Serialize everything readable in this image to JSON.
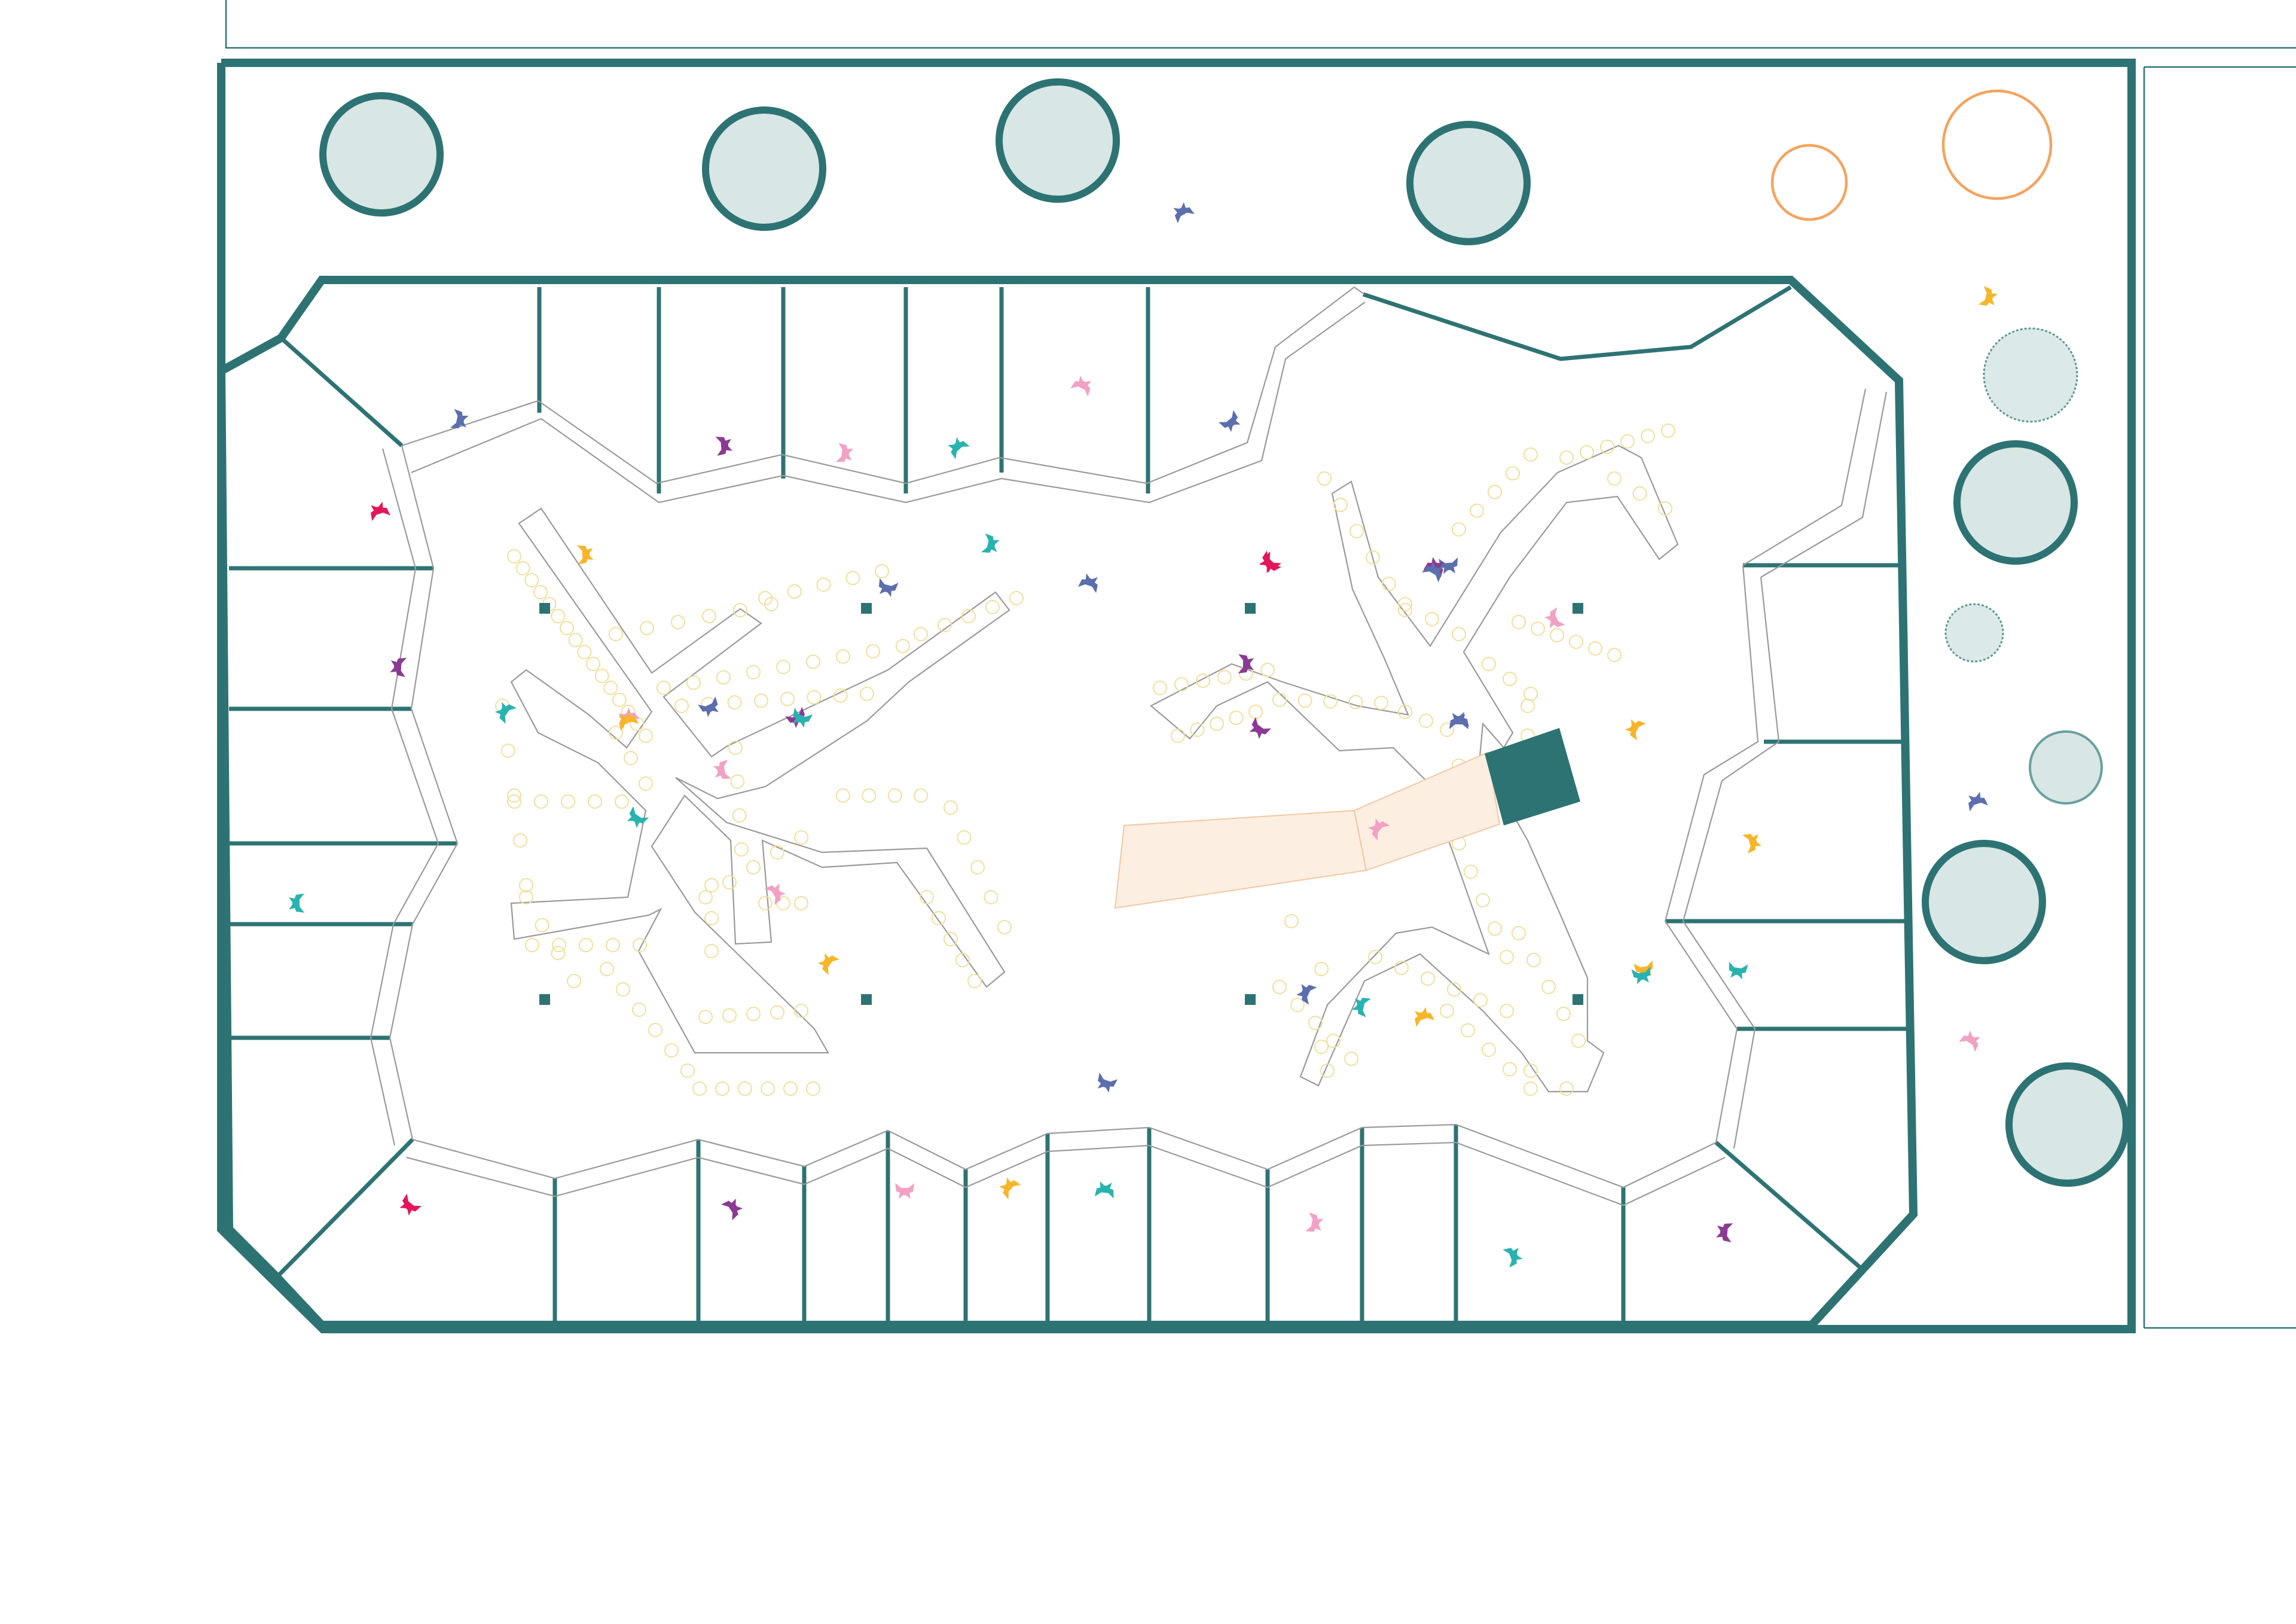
{
  "diagram": {
    "colors": {
      "wall": "#2e7373",
      "pond_fill": "#d8e6e6",
      "ring": "#f4a45d",
      "chair": "#f1df9c",
      "stage": "#fdeee2",
      "background": "#ffffff"
    },
    "figure_palette": [
      "#e4165a",
      "#5b6fae",
      "#8b3a94",
      "#f2a1c4",
      "#29b3b0",
      "#f7b52a"
    ],
    "elements": {
      "outer_wall": "outer-wall",
      "inner_wall": "inner-wall",
      "pond": "pond-circle",
      "ring": "ring-circle",
      "booth": "booth-partition",
      "table": "branching-table",
      "pillar": "pillar",
      "stage": "stage-platform",
      "figure": "person-figure"
    }
  }
}
